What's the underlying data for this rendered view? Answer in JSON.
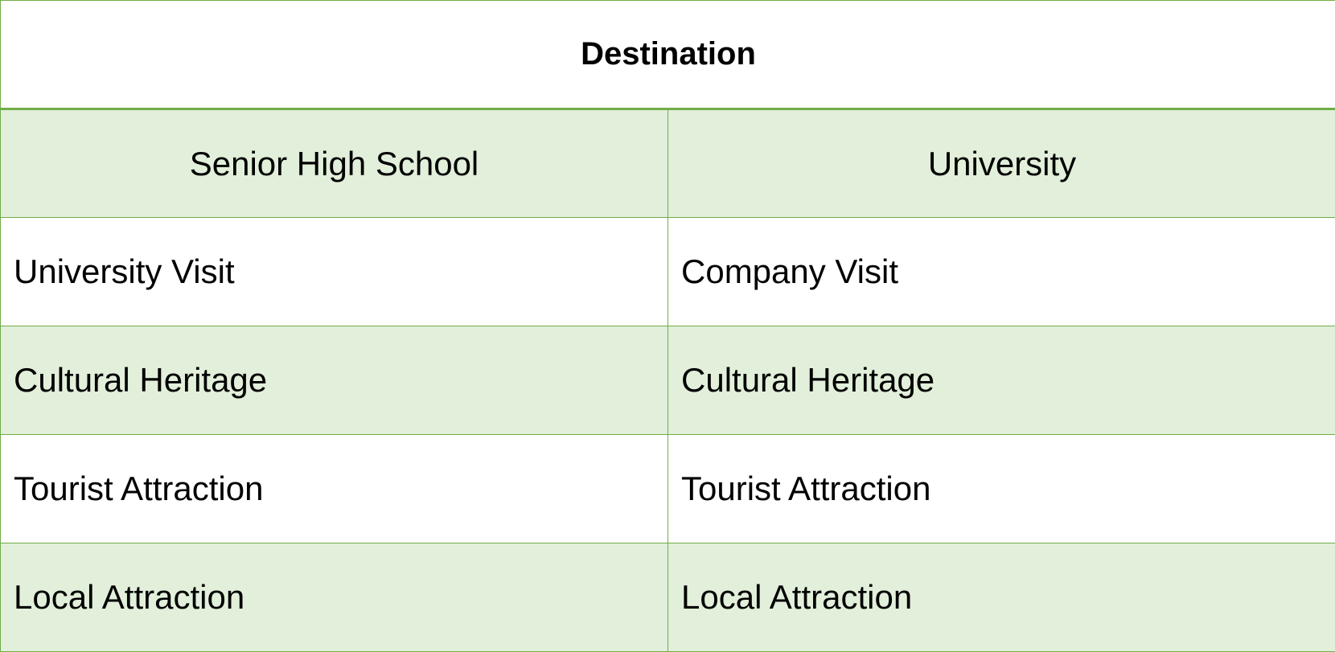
{
  "table": {
    "title": "Destination",
    "columns": [
      "Senior High School",
      "University"
    ],
    "rows": [
      [
        "University Visit",
        "Company Visit"
      ],
      [
        "Cultural Heritage",
        "Cultural Heritage"
      ],
      [
        "Tourist Attraction",
        "Tourist Attraction"
      ],
      [
        "Local Attraction",
        "Local Attraction"
      ]
    ]
  },
  "colors": {
    "border": "#70ad47",
    "band": "#e2efda",
    "background": "#ffffff"
  }
}
